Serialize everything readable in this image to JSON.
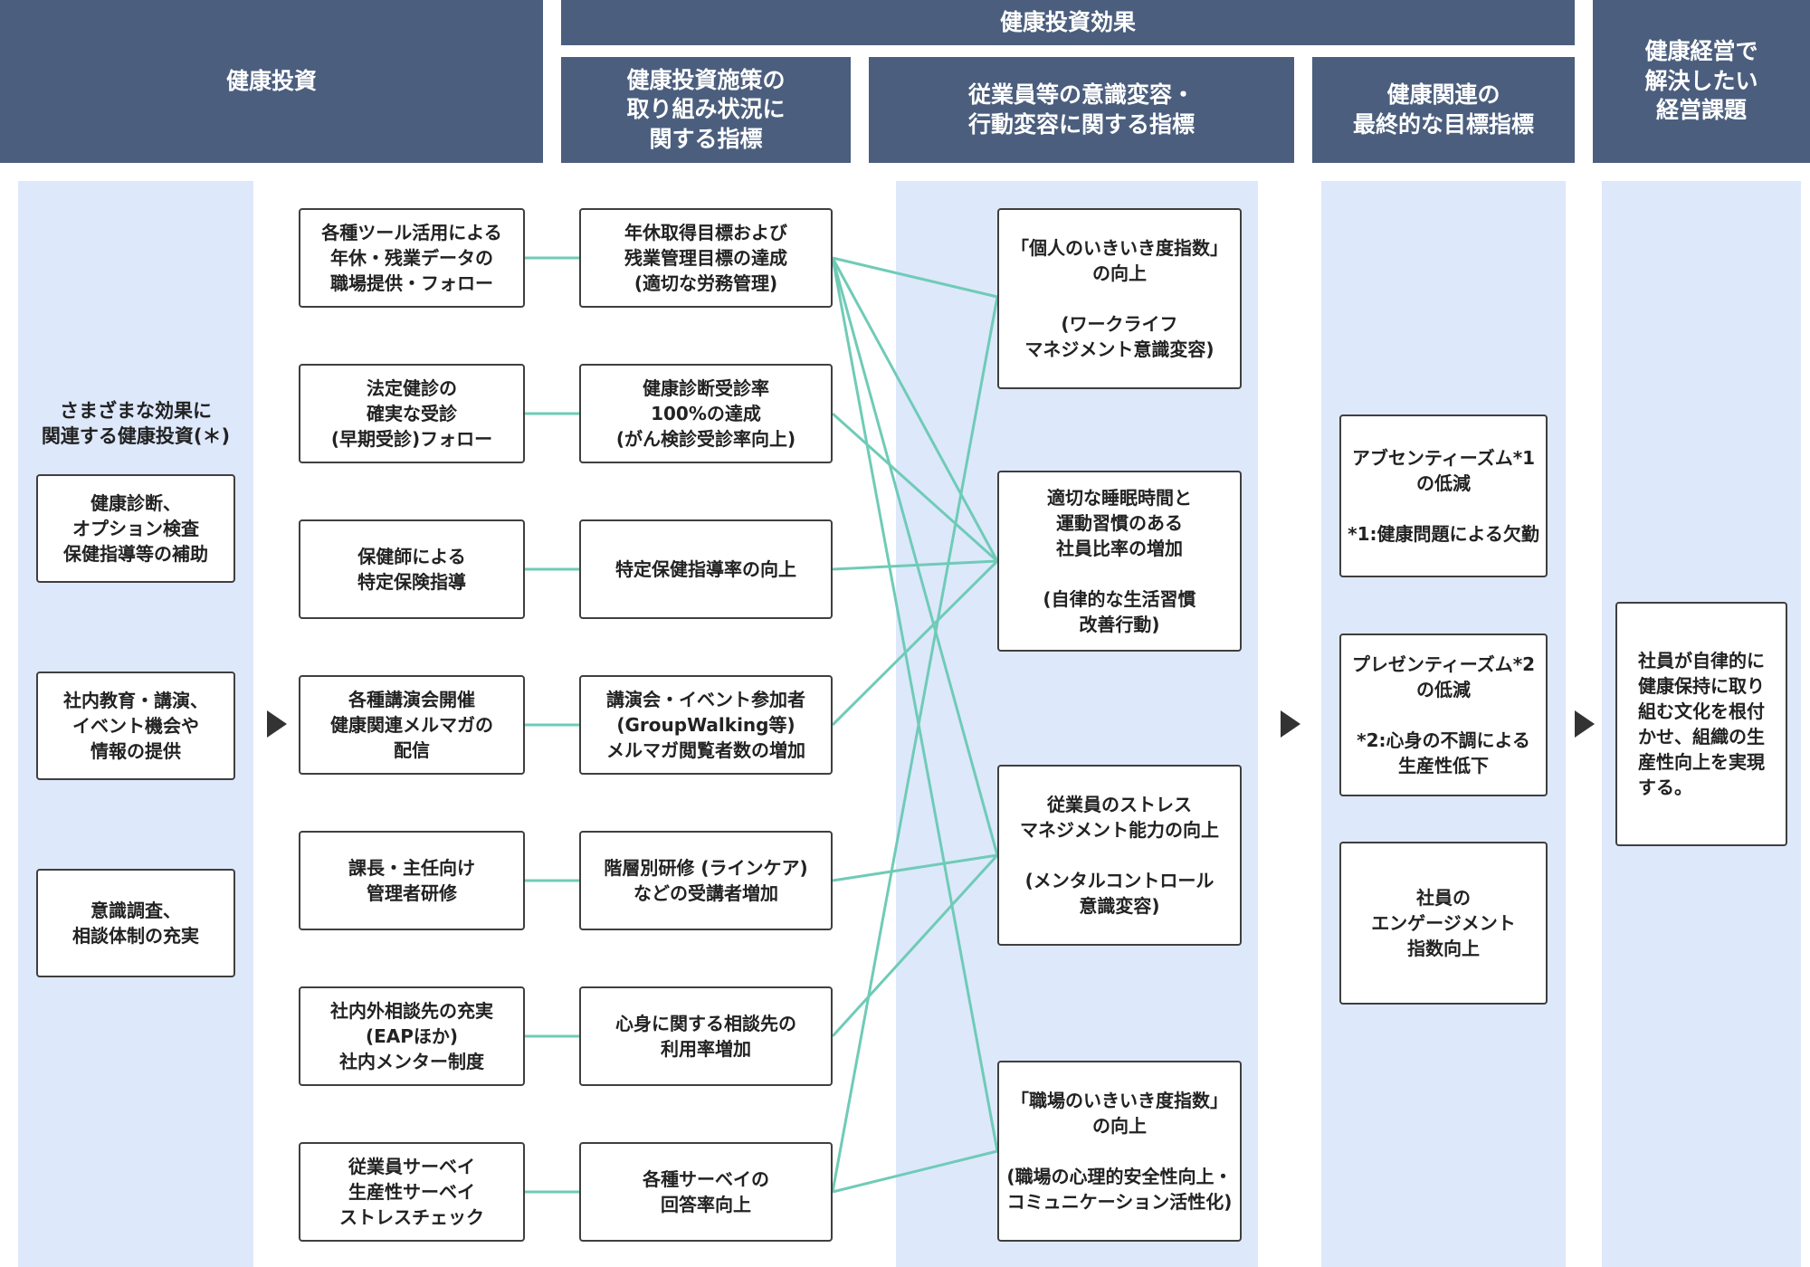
{
  "headers": {
    "investment": "健康投資",
    "effect": "健康投資効果",
    "measures": "健康投資施策の\n取り組み状況に\n関する指標",
    "awareness": "従業員等の意識変容・\n行動変容に関する指標",
    "final": "健康関連の\n最終的な目標指標",
    "issues": "健康経営で\n解決したい\n経営課題"
  },
  "investment_column": {
    "title": "さまざまな効果に\n関連する健康投資(＊)",
    "items": [
      "健康診断、\nオプション検査\n保健指導等の補助",
      "社内教育・講演、\nイベント機会や\n情報の提供",
      "意識調査、\n相談体制の充実"
    ]
  },
  "initiatives": [
    "各種ツール活用による\n年休・残業データの\n職場提供・フォロー",
    "法定健診の\n確実な受診\n(早期受診)フォロー",
    "保健師による\n特定保険指導",
    "各種講演会開催\n健康関連メルマガの\n配信",
    "課長・主任向け\n管理者研修",
    "社内外相談先の充実\n(EAPほか)\n社内メンター制度",
    "従業員サーベイ\n生産性サーベイ\nストレスチェック"
  ],
  "indicators": [
    "年休取得目標および\n残業管理目標の達成\n(適切な労務管理)",
    "健康診断受診率\n100%の達成\n(がん検診受診率向上)",
    "特定保健指導率の向上",
    "講演会・イベント参加者\n(GroupWalking等)\nメルマガ閲覧者数の増加",
    "階層別研修 (ラインケア)\nなどの受講者増加",
    "心身に関する相談先の\n利用率増加",
    "各種サーベイの\n回答率向上"
  ],
  "awareness_items": [
    "「個人のいきいき度指数」\nの向上\n\n(ワークライフ\nマネジメント意識変容)",
    "適切な睡眠時間と\n運動習慣のある\n社員比率の増加\n\n(自律的な生活習慣\n改善行動)",
    "従業員のストレス\nマネジメント能力の向上\n\n(メンタルコントロール\n意識変容)",
    "「職場のいきいき度指数」\nの向上\n\n(職場の心理的安全性向上・\nコミュニケーション活性化)"
  ],
  "final_items": [
    "アブセンティーズム*1\nの低減\n\n*1:健康問題による欠勤",
    "プレゼンティーズム*2\nの低減\n\n*2:心身の不調による\n生産性低下",
    "社員の\nエンゲージメント\n指数向上"
  ],
  "issue": "社員が自律的に\n健康保持に取り\n組む文化を根付\nかせ、組織の生\n産性向上を実現\nする。",
  "links": [
    {
      "from": 0,
      "to": 0
    },
    {
      "from": 0,
      "to": 1
    },
    {
      "from": 0,
      "to": 2
    },
    {
      "from": 0,
      "to": 3
    },
    {
      "from": 1,
      "to": 1
    },
    {
      "from": 2,
      "to": 1
    },
    {
      "from": 3,
      "to": 1
    },
    {
      "from": 4,
      "to": 2
    },
    {
      "from": 5,
      "to": 2
    },
    {
      "from": 6,
      "to": 0
    },
    {
      "from": 6,
      "to": 3
    }
  ],
  "colors": {
    "header": "#4b5e7e",
    "column": "#dde8fb",
    "link": "#6fcbb7"
  }
}
